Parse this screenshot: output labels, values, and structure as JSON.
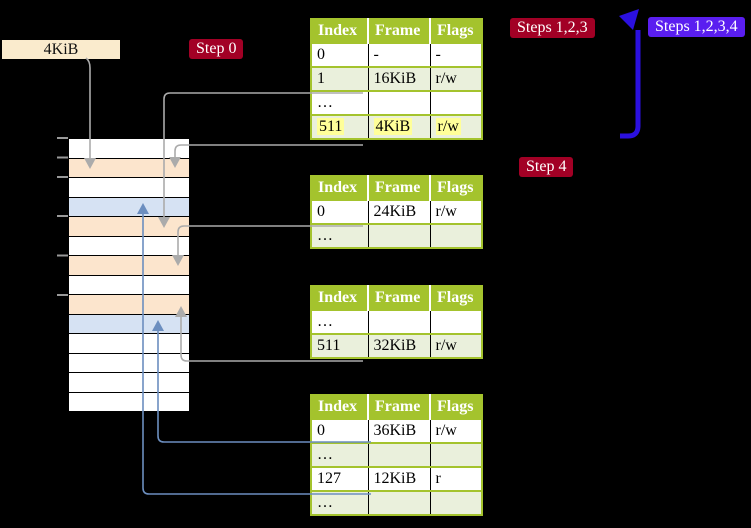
{
  "frame_box": {
    "label": "4KiB"
  },
  "step_labels": {
    "step0": "Step 0",
    "steps123": "Steps 1,2,3",
    "steps1234": "Steps 1,2,3,4",
    "step4": "Step 4"
  },
  "page_tables": {
    "columns": [
      "Index",
      "Frame",
      "Flags"
    ],
    "tables": [
      {
        "id": "level-4",
        "rows": [
          {
            "index": "0",
            "frame": "-",
            "flags": "-"
          },
          {
            "index": "1",
            "frame": "16KiB",
            "flags": "r/w"
          },
          {
            "index": "…",
            "frame": "",
            "flags": ""
          },
          {
            "index": "511",
            "frame": "4KiB",
            "flags": "r/w",
            "highlight": true
          }
        ]
      },
      {
        "id": "level-3",
        "rows": [
          {
            "index": "0",
            "frame": "24KiB",
            "flags": "r/w"
          },
          {
            "index": "…",
            "frame": "",
            "flags": ""
          }
        ]
      },
      {
        "id": "level-2",
        "rows": [
          {
            "index": "…",
            "frame": "",
            "flags": ""
          },
          {
            "index": "511",
            "frame": "32KiB",
            "flags": "r/w"
          }
        ]
      },
      {
        "id": "level-1",
        "rows": [
          {
            "index": "0",
            "frame": "36KiB",
            "flags": "r/w"
          },
          {
            "index": "…",
            "frame": "",
            "flags": ""
          },
          {
            "index": "127",
            "frame": "12KiB",
            "flags": "r"
          },
          {
            "index": "…",
            "frame": "",
            "flags": ""
          }
        ]
      }
    ]
  },
  "memory_stripe": {
    "rows": [
      "free",
      "page_table",
      "free",
      "mapped_page",
      "page_table",
      "free",
      "page_table",
      "free",
      "page_table",
      "mapped_page",
      "free",
      "free",
      "free",
      "free"
    ]
  },
  "colors": {
    "free_fill": "#FFFFFF",
    "page_table_fill": "#FCE5CD",
    "mapped_page_fill": "#D6E2F3",
    "table_header": "#A4C32D",
    "table_row_shaded": "#EAF0DC",
    "highlight": "#FFFF99",
    "frame_box_fill": "#FAEBCD",
    "step_label_red": "#A20025",
    "steps_label_blue": "#5A1EF0",
    "recursion_arrow_blue": "#2B10DF",
    "connector_gray": "#ABABAB",
    "connector_blue": "#6C8EBF",
    "tick_gray": "#999999"
  }
}
